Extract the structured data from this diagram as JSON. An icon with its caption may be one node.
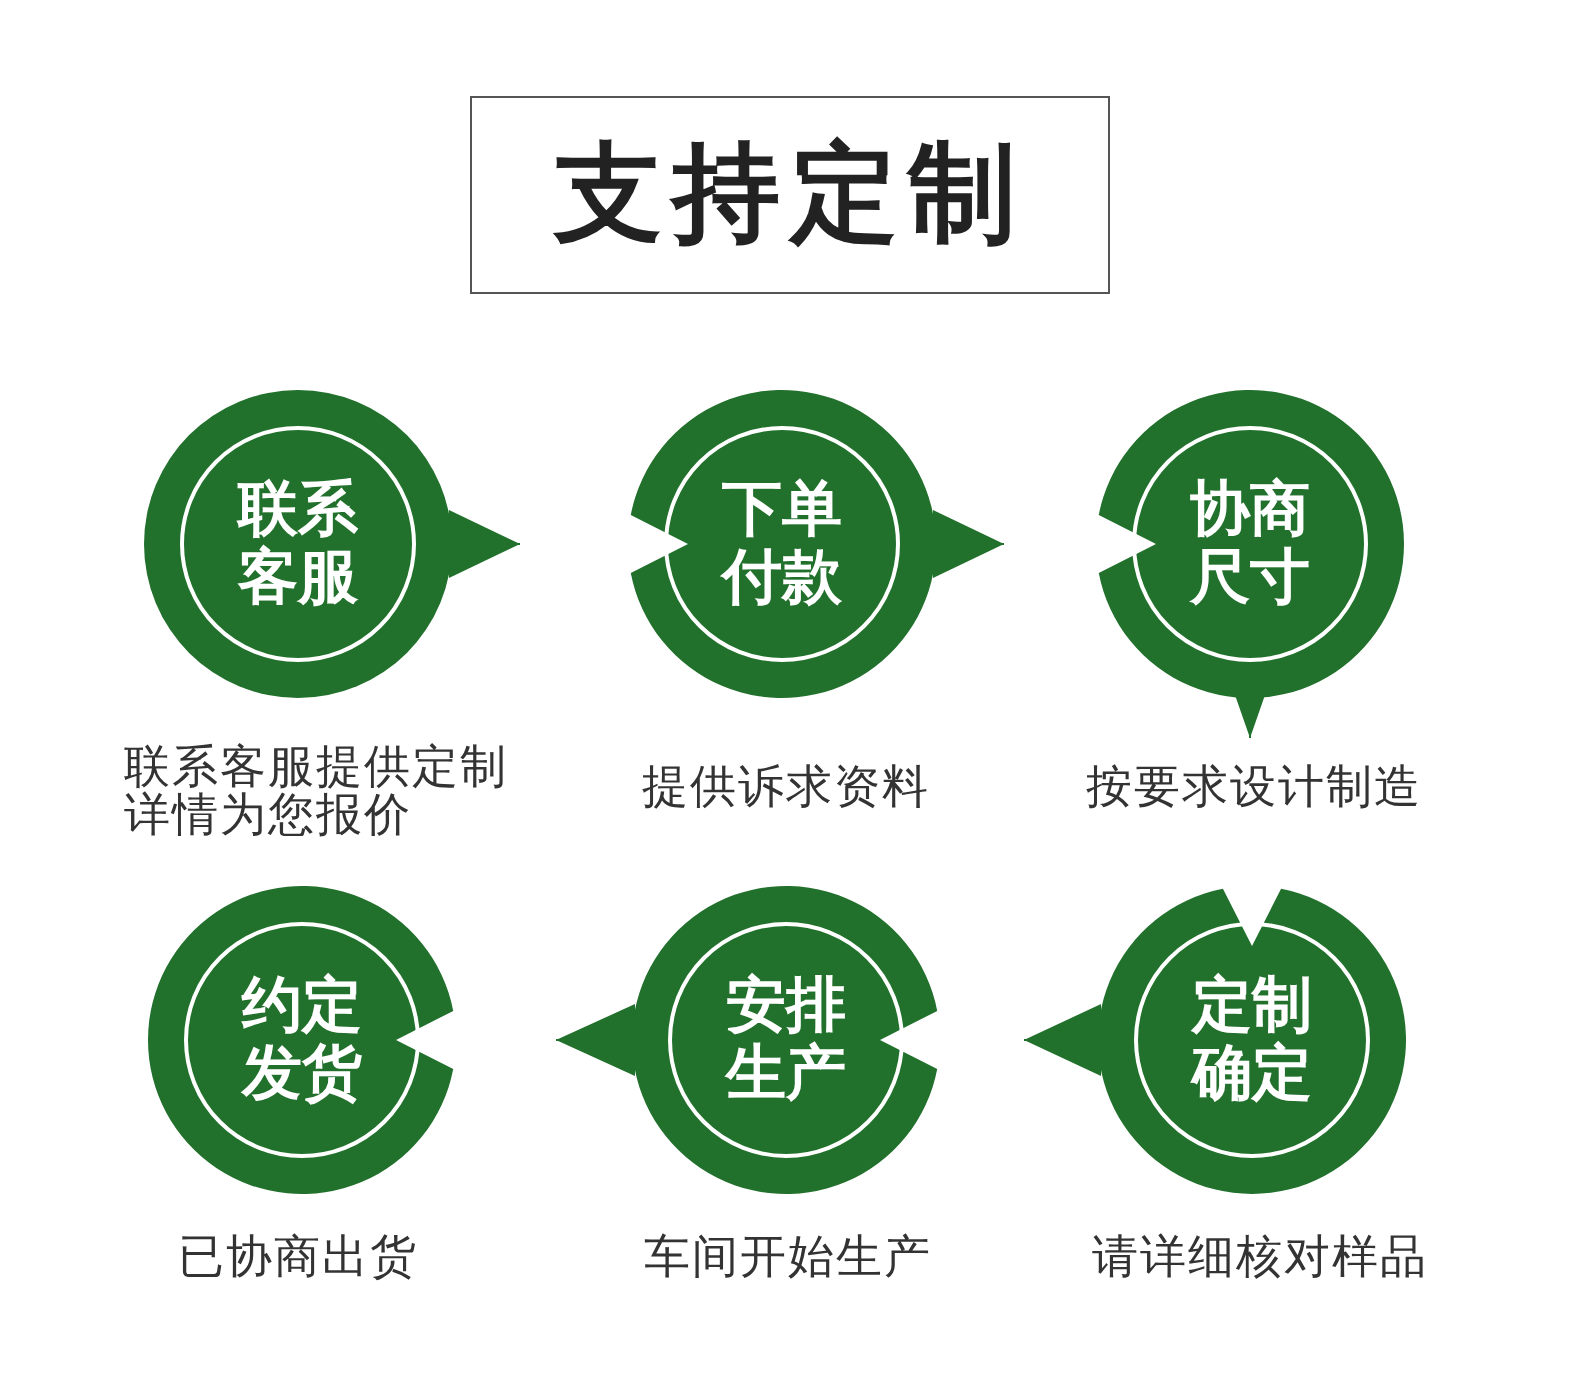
{
  "diagram": {
    "title": "支持定制",
    "nodes": [
      {
        "text": [
          "联系客服"
        ],
        "beside": [
          "联系客服提供定制详情为您报价"
        ]
      },
      {
        "text": [
          "下单付款"
        ],
        "beside": [
          "提供诉求资料"
        ]
      },
      {
        "text": [
          "协商尺寸"
        ],
        "beside": [
          "按要求设计制造"
        ]
      },
      {
        "text": [
          "约定发货"
        ],
        "beside": [
          "已协商出货"
        ]
      },
      {
        "text": [
          "安排生产"
        ],
        "beside": [
          "车间开始生产"
        ]
      },
      {
        "text": [
          "定制确定"
        ],
        "beside": [
          "请详细核对样品"
        ]
      }
    ],
    "edges": [
      {
        "from": 0,
        "to": null,
        "arrow": "to"
      },
      {
        "from": 1,
        "to": null,
        "arrow": "to"
      },
      {
        "from": 2,
        "to": null,
        "arrow": "to"
      },
      {
        "from": 5,
        "to": null,
        "arrow": "to"
      },
      {
        "from": 4,
        "to": null,
        "arrow": "to"
      }
    ]
  }
}
